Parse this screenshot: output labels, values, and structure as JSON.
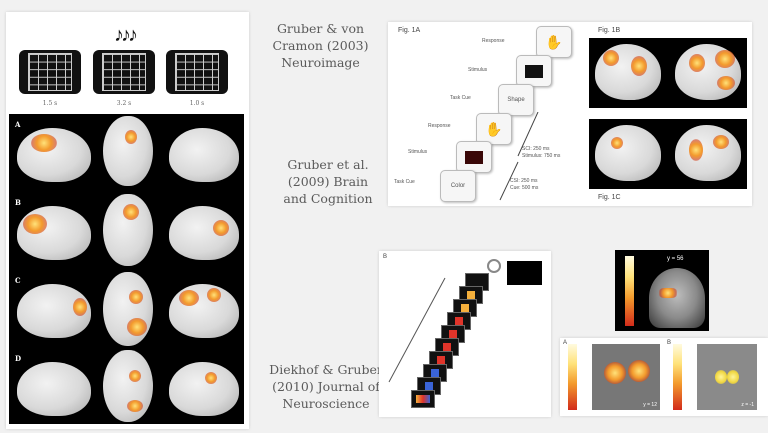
{
  "slide": {
    "citations": [
      {
        "lines": [
          "Gruber & von",
          "Cramon (2003)",
          "Neuroimage"
        ]
      },
      {
        "lines": [
          "Gruber et al.",
          "(2009) Brain",
          "and Cognition"
        ]
      },
      {
        "lines": [
          "Diekhof & Gruber",
          "(2010) Journal of",
          "Neuroscience"
        ]
      }
    ],
    "left_figure": {
      "music_icon": "♪♪♪",
      "timings": [
        "1.5 s",
        "3.2 s",
        "1.0 s"
      ],
      "row_labels": [
        "A",
        "B",
        "C",
        "D"
      ]
    },
    "fig1a": {
      "title": "Fig. 1A",
      "step_labels": [
        "Response",
        "Stimulus",
        "Task Cue",
        "Response",
        "Stimulus",
        "Task Cue"
      ],
      "cue_shape": "Shape",
      "cue_color": "Color",
      "timing_upper": [
        "SCI: 250 ms",
        "Stimulus: 750 ms"
      ],
      "timing_lower": [
        "CSI: 250 ms",
        "Cue: 500 ms"
      ]
    },
    "fig1b": {
      "title": "Fig. 1B"
    },
    "fig1c": {
      "title": "Fig. 1C"
    },
    "diekhof": {
      "panel_letter": "B",
      "coronal_label": "y = 56",
      "panel_a_letter": "A",
      "panel_b_letter": "B",
      "panel_a_coord": "y = 12",
      "panel_b_coord": "z = -1"
    }
  }
}
